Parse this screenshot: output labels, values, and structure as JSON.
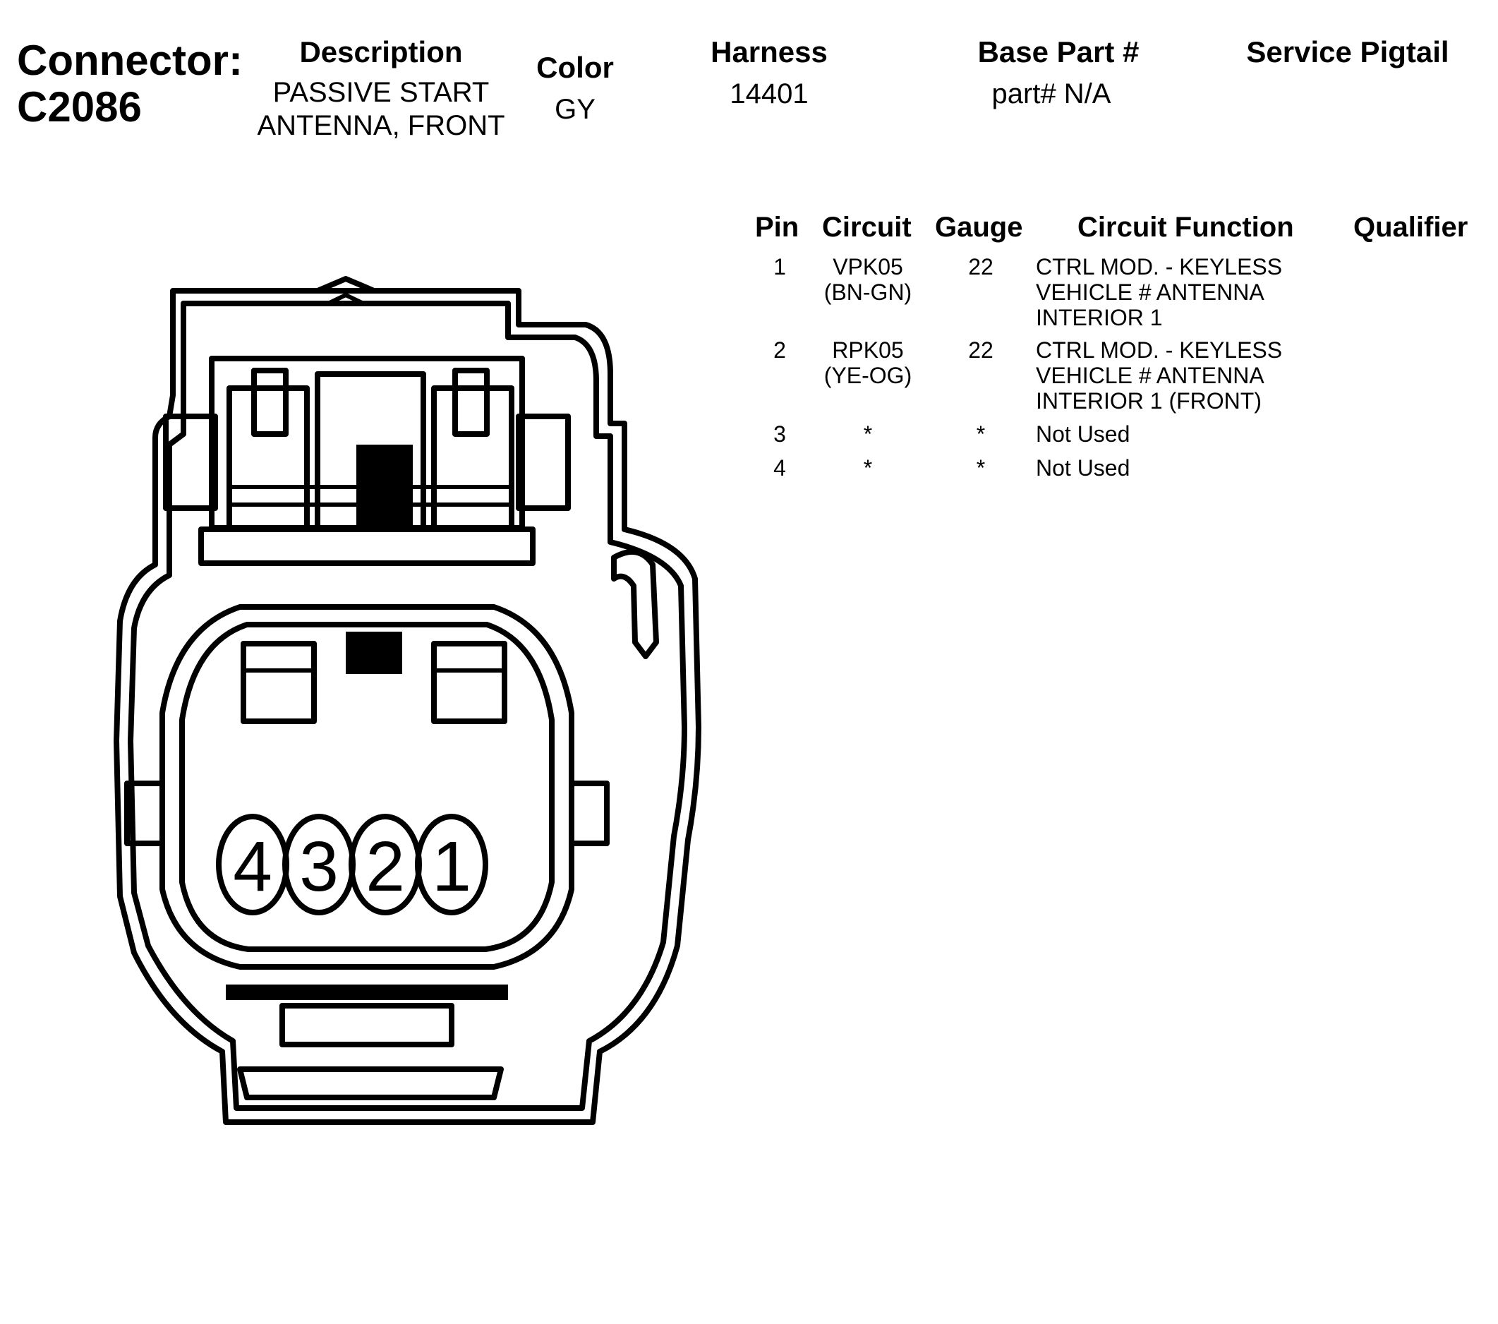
{
  "connector": {
    "label": "Connector:",
    "id": "C2086"
  },
  "header": {
    "description": {
      "title": "Description",
      "lines": [
        "PASSIVE START",
        "ANTENNA, FRONT"
      ]
    },
    "color": {
      "title": "Color",
      "value": "GY"
    },
    "harness": {
      "title": "Harness",
      "value": "14401"
    },
    "base_part": {
      "title": "Base Part #",
      "value": "part# N/A"
    },
    "service_pigtail": {
      "title": "Service Pigtail",
      "value": ""
    }
  },
  "pin_table": {
    "columns": [
      "Pin",
      "Circuit",
      "Gauge",
      "Circuit Function",
      "Qualifier"
    ],
    "rows": [
      {
        "pin": "1",
        "circuit": [
          "VPK05",
          "(BN-GN)"
        ],
        "gauge": "22",
        "function": [
          "CTRL MOD. - KEYLESS",
          "VEHICLE # ANTENNA",
          "INTERIOR 1"
        ],
        "qualifier": ""
      },
      {
        "pin": "2",
        "circuit": [
          "RPK05",
          "(YE-OG)"
        ],
        "gauge": "22",
        "function": [
          "CTRL MOD. - KEYLESS",
          "VEHICLE # ANTENNA",
          "INTERIOR 1 (FRONT)"
        ],
        "qualifier": ""
      },
      {
        "pin": "3",
        "circuit": [
          "*"
        ],
        "gauge": "*",
        "function": [
          "Not Used"
        ],
        "qualifier": ""
      },
      {
        "pin": "4",
        "circuit": [
          "*"
        ],
        "gauge": "*",
        "function": [
          "Not Used"
        ],
        "qualifier": ""
      }
    ]
  },
  "diagram": {
    "pin_labels": [
      "4",
      "3",
      "2",
      "1"
    ]
  }
}
